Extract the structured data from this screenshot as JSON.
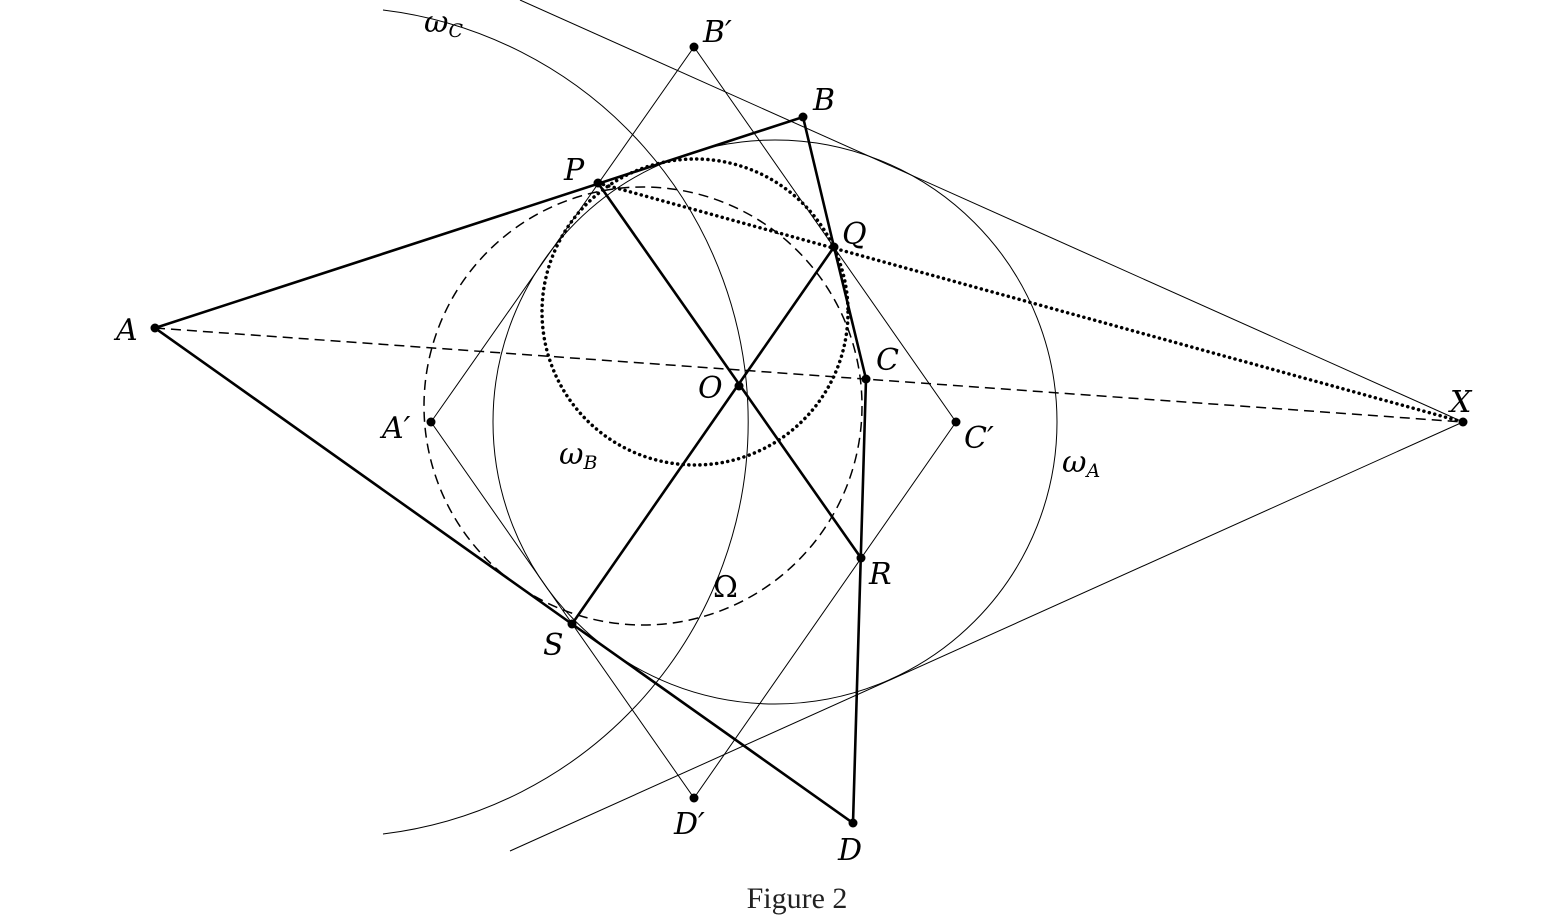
{
  "figure": {
    "caption": "Figure 2",
    "points": {
      "A": "A",
      "B": "B",
      "C": "C",
      "D": "D",
      "A_prime": "A′",
      "B_prime": "B′",
      "C_prime": "C′",
      "D_prime": "D′",
      "P": "P",
      "Q": "Q",
      "R": "R",
      "S": "S",
      "O": "O",
      "X": "X"
    },
    "circles": {
      "omega_A": {
        "symbol": "ω",
        "sub": "A"
      },
      "omega_B": {
        "symbol": "ω",
        "sub": "B"
      },
      "omega_C": {
        "symbol": "ω",
        "sub": "C"
      },
      "Omega": "Ω"
    }
  }
}
